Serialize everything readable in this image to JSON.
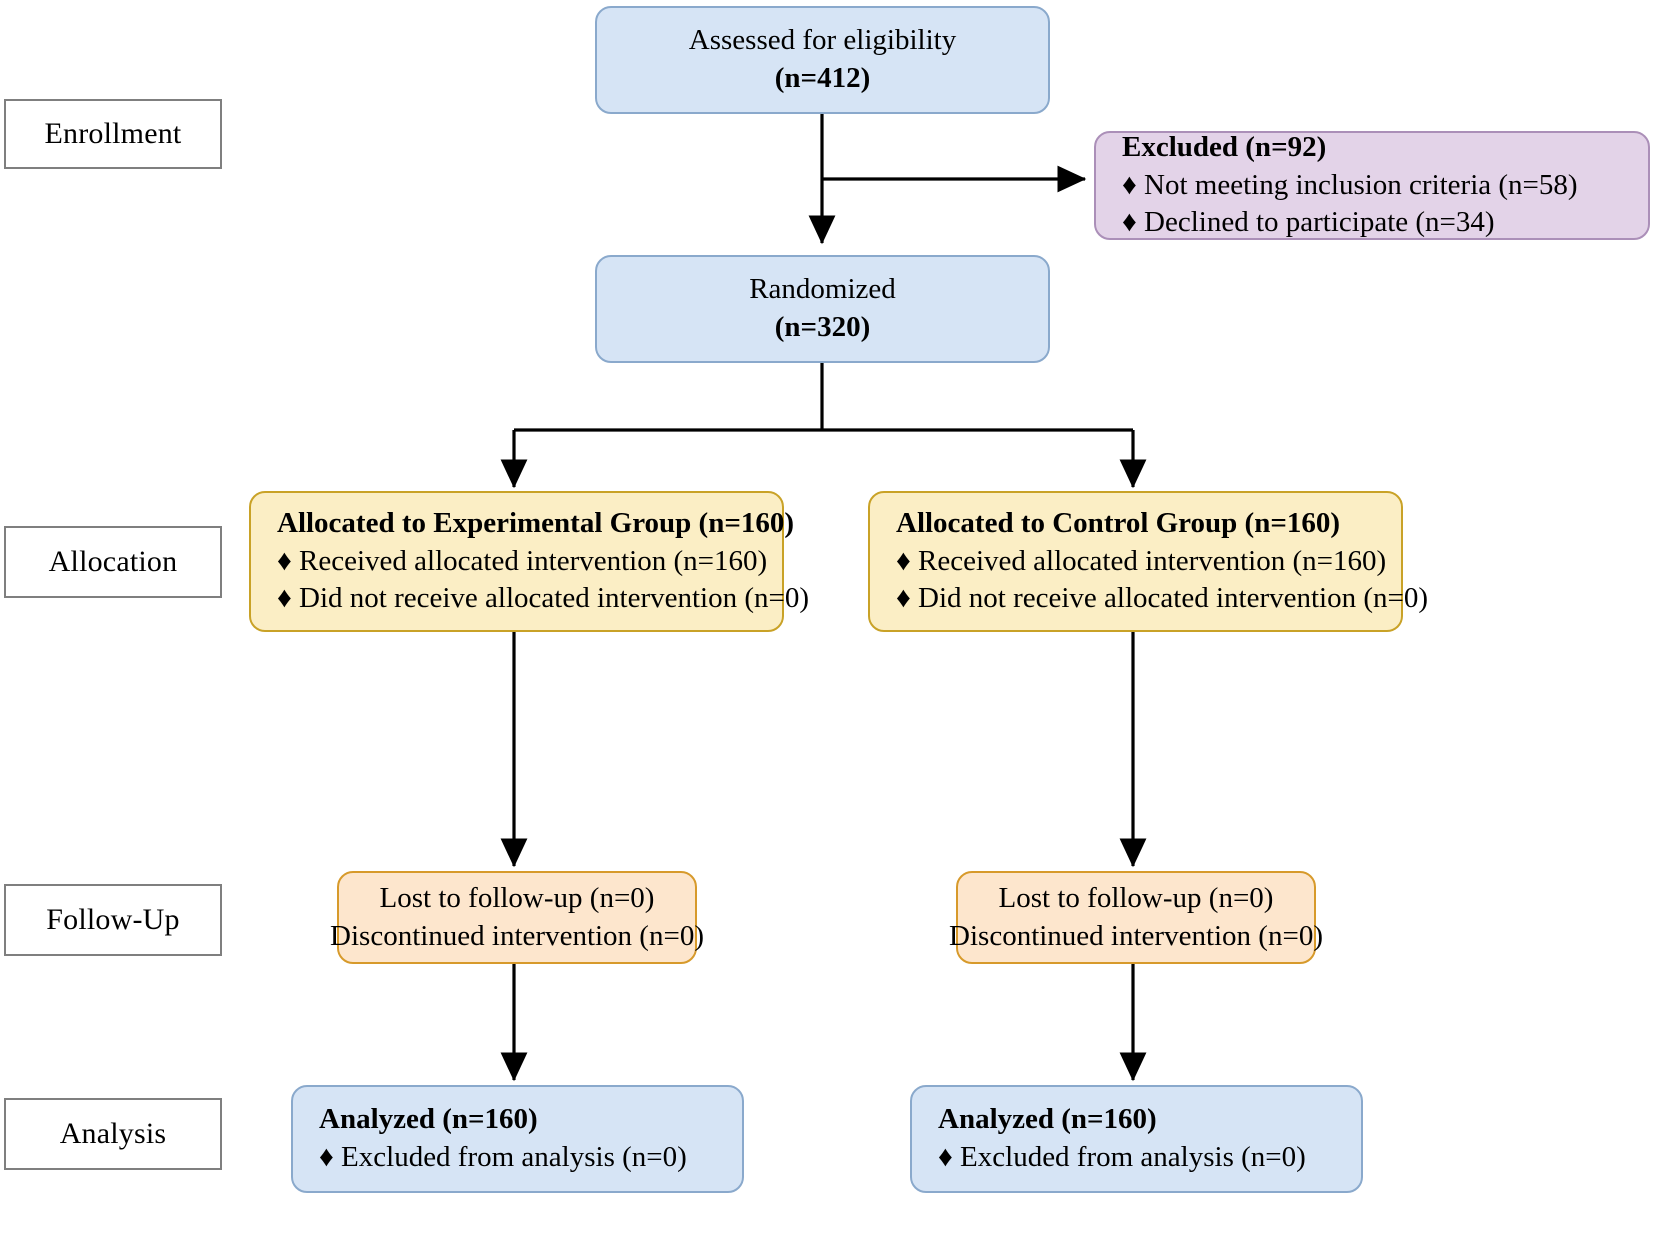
{
  "diagram": {
    "title": "CONSORT participant flow diagram",
    "colors": {
      "blue_fill": "#d6e4f5",
      "blue_stroke": "#8aa9cc",
      "purple_fill": "#e3d3e8",
      "purple_stroke": "#ab8fb8",
      "yellow_fill": "#fbeec5",
      "yellow_stroke": "#c9a227",
      "peach_fill": "#fde6cd",
      "peach_stroke": "#d79a2b",
      "label_stroke": "#7f7f7f",
      "arrow": "#000000",
      "text": "#000000"
    }
  },
  "stages": [
    {
      "id": "enrollment",
      "label": "Enrollment"
    },
    {
      "id": "allocation",
      "label": "Allocation"
    },
    {
      "id": "followup",
      "label": "Follow-Up"
    },
    {
      "id": "analysis",
      "label": "Analysis"
    }
  ],
  "nodes": {
    "assessed": {
      "line1": "Assessed for eligibility",
      "line2": "(n=412)"
    },
    "excluded": {
      "header": "Excluded (n=92)",
      "item1": "♦ Not meeting inclusion criteria (n=58)",
      "item2": "♦ Declined to participate (n=34)"
    },
    "randomized": {
      "line1": "Randomized",
      "line2": "(n=320)"
    },
    "alloc_experimental": {
      "header": "Allocated to Experimental Group (n=160)",
      "item1": "♦ Received allocated intervention (n=160)",
      "item2": "♦ Did not receive allocated intervention (n=0)"
    },
    "alloc_control": {
      "header": "Allocated to Control Group (n=160)",
      "item1": "♦ Received allocated intervention (n=160)",
      "item2": "♦ Did not receive allocated intervention (n=0)"
    },
    "followup_experimental": {
      "line1": "Lost to follow-up (n=0)",
      "line2": "Discontinued intervention (n=0)"
    },
    "followup_control": {
      "line1": "Lost to follow-up (n=0)",
      "line2": "Discontinued intervention (n=0)"
    },
    "analysis_experimental": {
      "header": "Analyzed (n=160)",
      "item1": "♦ Excluded from analysis (n=0)"
    },
    "analysis_control": {
      "header": "Analyzed (n=160)",
      "item1": "♦ Excluded from analysis (n=0)"
    }
  }
}
